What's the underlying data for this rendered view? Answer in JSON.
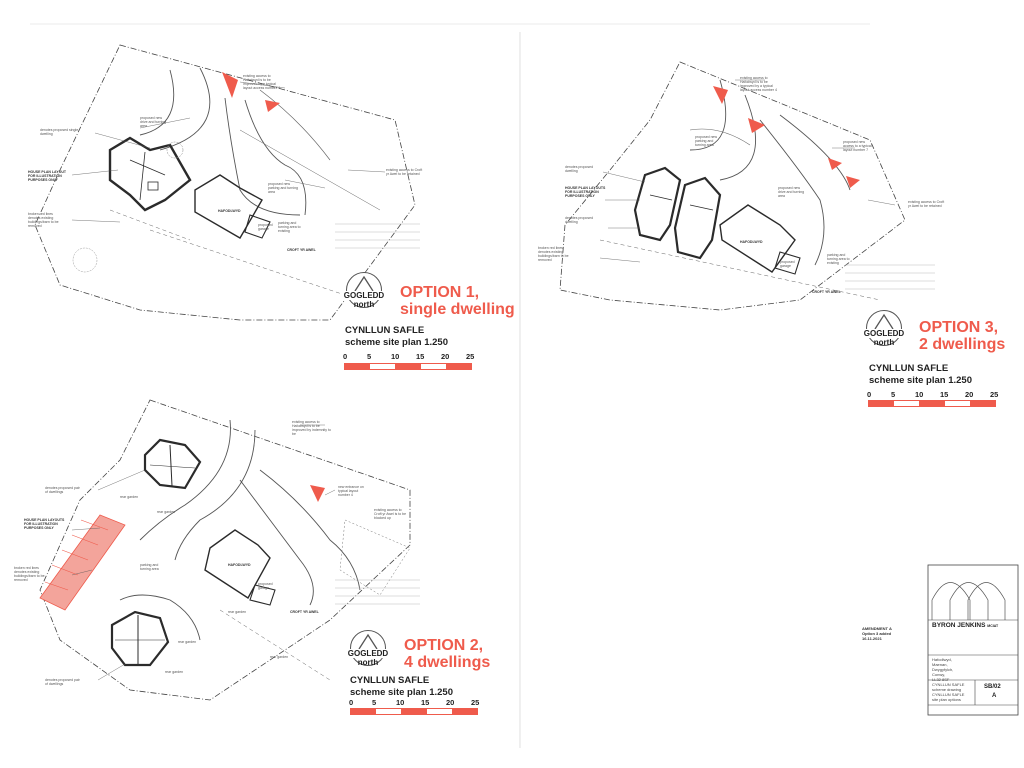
{
  "options": [
    {
      "title_line1": "OPTION 1,",
      "title_line2": "single dwelling",
      "logo_line1": "GOGLEDD",
      "logo_line2": "north",
      "plan_name": "CYNLLUN SAFLE",
      "plan_scale": "scheme site plan 1.250",
      "scale_ticks": [
        "0",
        "5",
        "10",
        "15",
        "20",
        "25"
      ],
      "notes": {
        "access": "existing access to\nHafodwyd is to be\nimproved by a typical\nlayout access number 4",
        "dwelling": "denotes proposed single\ndwelling",
        "drive": "proposed new\ndrive and turning\narea",
        "layouts": "HOUSE PLAN LAYOUT\nFOR ILLUSTRATION\nPURPOSES ONLY",
        "removed": "broken red lines\ndenotes existing\nbuildings/barn to be\nremoved",
        "parking": "proposed new\nparking and turning\narea",
        "croft": "existing access to Croft\nyr Awel to be retained",
        "garage_parking": "parking and\nturning area to\nexisting",
        "garage": "proposed\ngarage",
        "house": "HAFODLWYD",
        "lane": "CROFT YR AWEL"
      }
    },
    {
      "title_line1": "OPTION 2,",
      "title_line2": "4 dwellings",
      "logo_line1": "GOGLEDD",
      "logo_line2": "north",
      "plan_name": "CYNLLUN SAFLE",
      "plan_scale": "scheme site plan 1.250",
      "scale_ticks": [
        "0",
        "5",
        "10",
        "15",
        "20",
        "25"
      ],
      "notes": {
        "access": "existing access to\nHafodwyd is to be\nimproved by indemnity to\nbe",
        "new_access": "new entrance on\ntypical layout\nnumber 4",
        "dwellings_a": "denotes proposed pair\nof dwellings",
        "rear_garden": "rear garden",
        "layouts": "HOUSE PLAN LAYOUTS\nFOR ILLUSTRATION\nPURPOSES ONLY",
        "removed": "broken red lines\ndenotes existing\nbuildings/barn to be\nremoved",
        "parking": "parking and\nturning area",
        "croft": "existing access to\nCroft yr Awel is to be\nblocked up",
        "dwellings_b": "denotes proposed pair\nof dwellings",
        "garage": "proposed\ngarage",
        "house": "HAFODLWYD",
        "lane": "CROFT YR AWEL"
      }
    },
    {
      "title_line1": "OPTION 3,",
      "title_line2": "2 dwellings",
      "logo_line1": "GOGLEDD",
      "logo_line2": "north",
      "plan_name": "CYNLLUN SAFLE",
      "plan_scale": "scheme site plan 1.250",
      "scale_ticks": [
        "0",
        "5",
        "10",
        "15",
        "20",
        "25"
      ],
      "notes": {
        "access": "existing access to\nHafodwyd is to be\nimproved by a typical\nlayout access number 4",
        "parking": "proposed new\nparking and\nturning area",
        "new_access": "proposed new\naccess to a typical\nlayout number 7",
        "dwelling_a": "denotes proposed\ndwelling",
        "layouts": "HOUSE PLAN LAYOUTS\nFOR ILLUSTRATION\nPURPOSES ONLY",
        "dwelling_b": "denotes proposed\ndwelling",
        "removed": "broken red lines\ndenotes existing\nbuildings/barn to be\nremoved",
        "drive": "proposed new\ndrive and turning\narea",
        "croft": "existing access to Croft\nyr Awel to be retained",
        "garage_parking": "parking and\nturning area to\nexisting",
        "garage": "proposed\ngarage",
        "house": "HAFODLWYD",
        "lane": "CROFT YR AWEL"
      }
    }
  ],
  "amendment": "AMENDMENT A\nOption 3 added\n16.11.2021",
  "title_block": {
    "firm": "BYRON JENKINS",
    "firm_suffix": "MCIAT",
    "address": "Hafodlwyd,\nMaenan,\nDwygyfylch,\nConwy,\nLL32 8SF",
    "drawing_title": "CYNLLUN SAFLE\nscheme drawing\nCYNLLUN SAFLE\nsite plan options",
    "drawing_number": "SB/02",
    "revision": "A"
  },
  "colors": {
    "accent": "#ef5b4c",
    "line": "#3a3a3a",
    "building": "#2b2b2b"
  }
}
